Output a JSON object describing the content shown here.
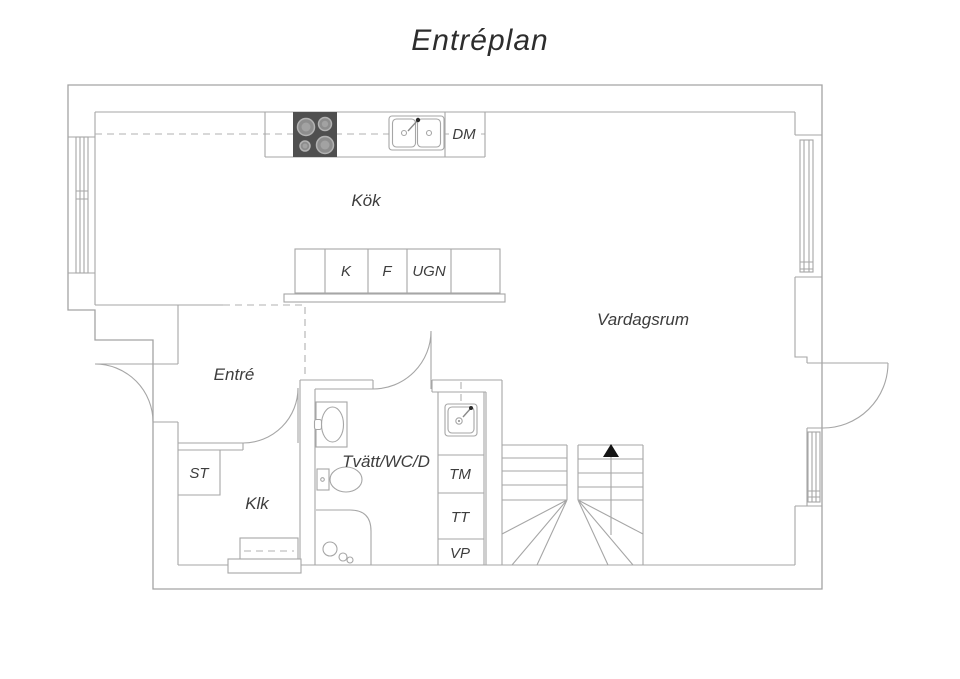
{
  "title": "Entréplan",
  "rooms": {
    "kitchen": "Kök",
    "living_room": "Vardagsrum",
    "entrance": "Entré",
    "closet": "Klk",
    "laundry_wc_shower": "Tvätt/WC/D"
  },
  "labels": {
    "dishwasher": "DM",
    "fridge": "K",
    "freezer": "F",
    "oven": "UGN",
    "storage": "ST",
    "washing_machine": "TM",
    "tumble_dryer": "TT",
    "heating_unit": "VP"
  },
  "icons": {
    "stairs_direction": "up-arrow",
    "stove": "four-burner-cooktop",
    "kitchen_sink": "double-basin-sink",
    "laundry_sink": "utility-sink",
    "bathroom": [
      "washbasin",
      "toilet",
      "shower"
    ]
  },
  "colors": {
    "background": "#ffffff",
    "line": "#a3a3a3",
    "text": "#3d3d3d",
    "stove_fill": "#4f4f4f",
    "arrow": "#141414"
  }
}
